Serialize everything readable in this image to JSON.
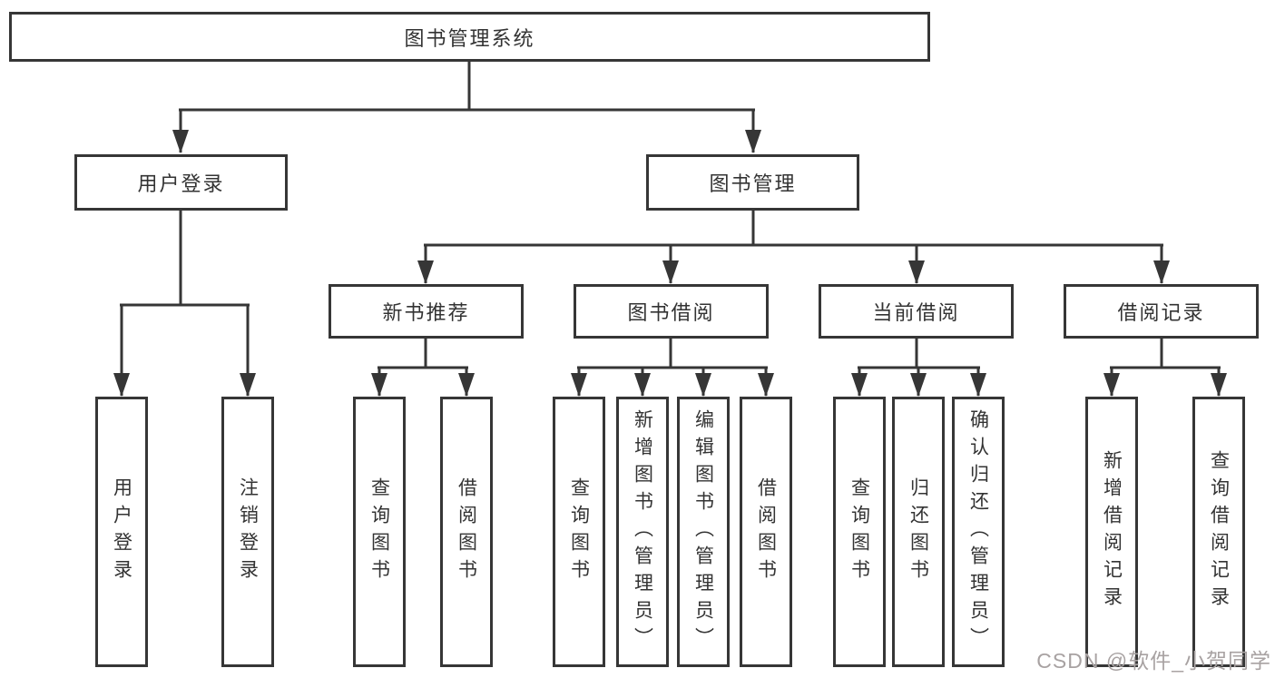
{
  "nodes": {
    "root": {
      "label": "图书管理系统"
    },
    "branches": [
      {
        "label": "用户登录"
      },
      {
        "label": "图书管理"
      }
    ],
    "modules": [
      {
        "label": "新书推荐",
        "parent": "图书管理"
      },
      {
        "label": "图书借阅",
        "parent": "图书管理"
      },
      {
        "label": "当前借阅",
        "parent": "图书管理"
      },
      {
        "label": "借阅记录",
        "parent": "图书管理"
      }
    ],
    "leaves": [
      {
        "label": "用户登录",
        "parent": "用户登录"
      },
      {
        "label": "注销登录",
        "parent": "用户登录"
      },
      {
        "label": "查询图书",
        "parent": "新书推荐"
      },
      {
        "label": "借阅图书",
        "parent": "新书推荐"
      },
      {
        "label": "查询图书",
        "parent": "图书借阅"
      },
      {
        "label": "新增图书（管理员）",
        "parent": "图书借阅"
      },
      {
        "label": "编辑图书（管理员）",
        "parent": "图书借阅"
      },
      {
        "label": "借阅图书",
        "parent": "图书借阅"
      },
      {
        "label": "查询图书",
        "parent": "当前借阅"
      },
      {
        "label": "归还图书",
        "parent": "当前借阅"
      },
      {
        "label": "确认归还（管理员）",
        "parent": "当前借阅"
      },
      {
        "label": "新增借阅记录",
        "parent": "借阅记录"
      },
      {
        "label": "查询借阅记录",
        "parent": "借阅记录"
      }
    ]
  },
  "watermark": {
    "text": "CSDN @软件_小贺同学"
  },
  "colors": {
    "line": "#363636",
    "box_border": "#363636",
    "text": "#333333",
    "watermark": "#a8a2a2",
    "background": "#ffffff"
  }
}
